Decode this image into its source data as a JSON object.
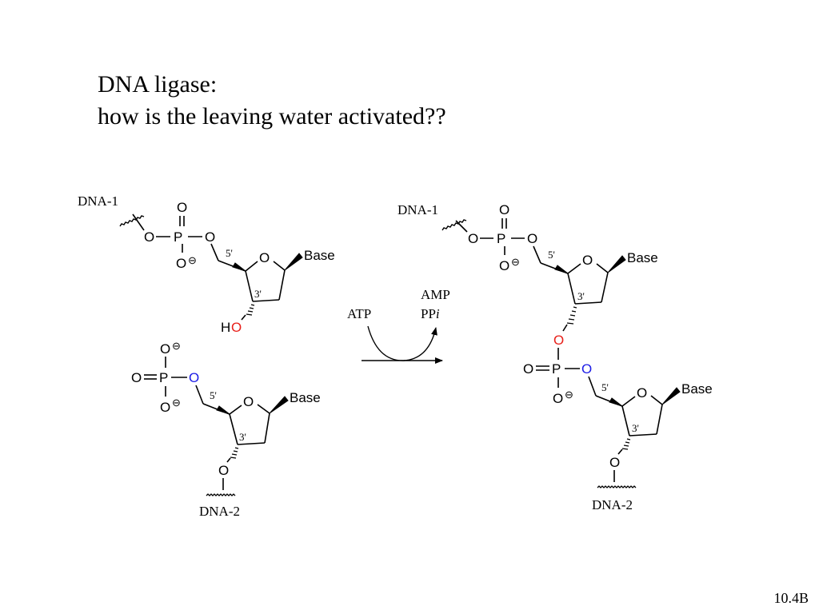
{
  "slide": {
    "title_line1": "DNA ligase:",
    "title_line2": "how is the leaving water activated??",
    "page_number": "10.4B"
  },
  "labels": {
    "dna1": "DNA-1",
    "dna2": "DNA-2",
    "base": "Base",
    "o": "O",
    "p": "P",
    "h": "H",
    "prime5": "5'",
    "prime3": "3'",
    "minus": "⊖",
    "reagent_in": "ATP",
    "product_amp": "AMP",
    "product_pp": "PP",
    "product_pp_italic": "i"
  },
  "colors": {
    "red_oxygen": "#e8201a",
    "blue_oxygen": "#1c1ce6",
    "bond": "#000000"
  }
}
